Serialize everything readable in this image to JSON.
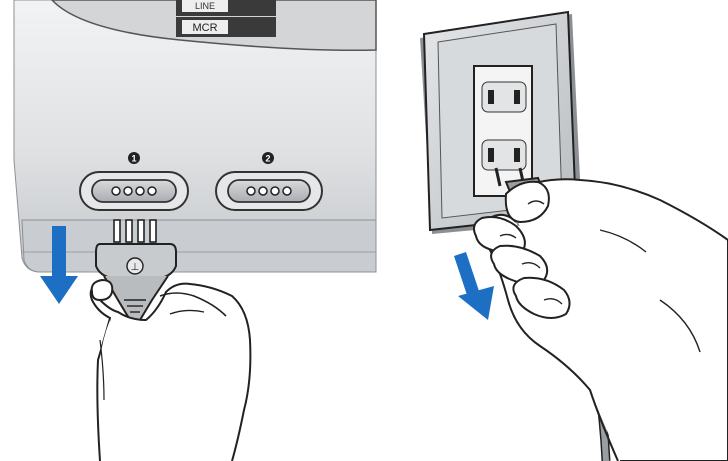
{
  "device_panel": {
    "top_label_partial": "LINE",
    "mcr_label": "MCR",
    "port_1_number": "1",
    "port_2_number": "2",
    "plug_symbol": "⊥"
  },
  "colors": {
    "arrow": "#1d6fc4",
    "panel_light": "#e9eaeb",
    "panel_dark": "#b9bcbf",
    "label_box": "#3a3a3a",
    "outline": "#222222"
  },
  "icons": [
    "down-arrow-icon",
    "power-plug-icon",
    "wall-outlet-icon",
    "hand-icon"
  ]
}
